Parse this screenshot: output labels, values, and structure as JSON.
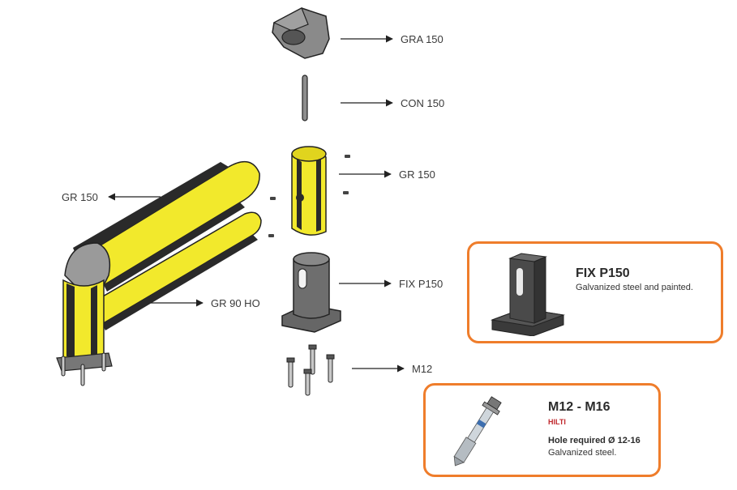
{
  "colors": {
    "yellow": "#f2e92c",
    "black": "#2a2a2a",
    "steel": "#6e6e6e",
    "accent": "#ef7d2b",
    "brand_red": "#c0282d"
  },
  "labels": {
    "gra150": "GRA 150",
    "con150": "CON 150",
    "gr150_right": "GR 150",
    "gr150_left": "GR 150",
    "fixp150": "FIX P150",
    "gr90ho": "GR 90 HO",
    "m12": "M12"
  },
  "cards": {
    "fix": {
      "title": "FIX P150",
      "desc": "Galvanized steel and painted."
    },
    "anchor": {
      "title": "M12 - M16",
      "brand": "HILTI",
      "requirement": "Hole required Ø 12-16",
      "desc": "Galvanized steel."
    }
  }
}
